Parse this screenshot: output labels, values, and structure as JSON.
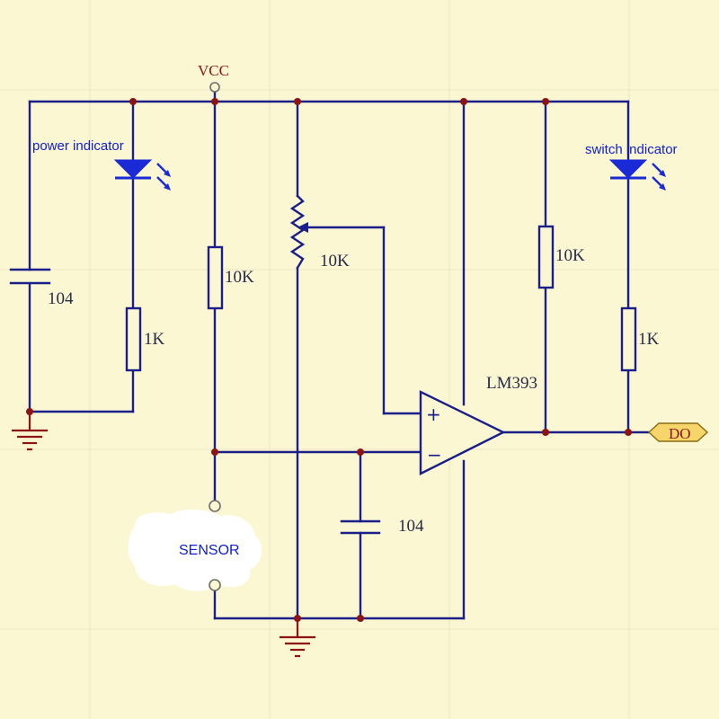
{
  "labels": {
    "vcc": "VCC",
    "power_indicator": "power indicator",
    "switch_indicator": "switch indicator",
    "cap_left": "104",
    "cap_bottom": "104",
    "res_1k_left": "1K",
    "res_10k_left": "10K",
    "pot_10k": "10K",
    "res_10k_right": "10K",
    "res_1k_right": "1K",
    "comparator": "LM393",
    "output": "DO",
    "sensor": "SENSOR",
    "plus": "+",
    "minus": "−"
  },
  "colors": {
    "background": "#fbf7d3",
    "wire": "#1b1f8a",
    "junction": "#8c1414",
    "ground": "#8c1414",
    "led": "#1a2ad6",
    "output_tag": "#f6d66a"
  }
}
